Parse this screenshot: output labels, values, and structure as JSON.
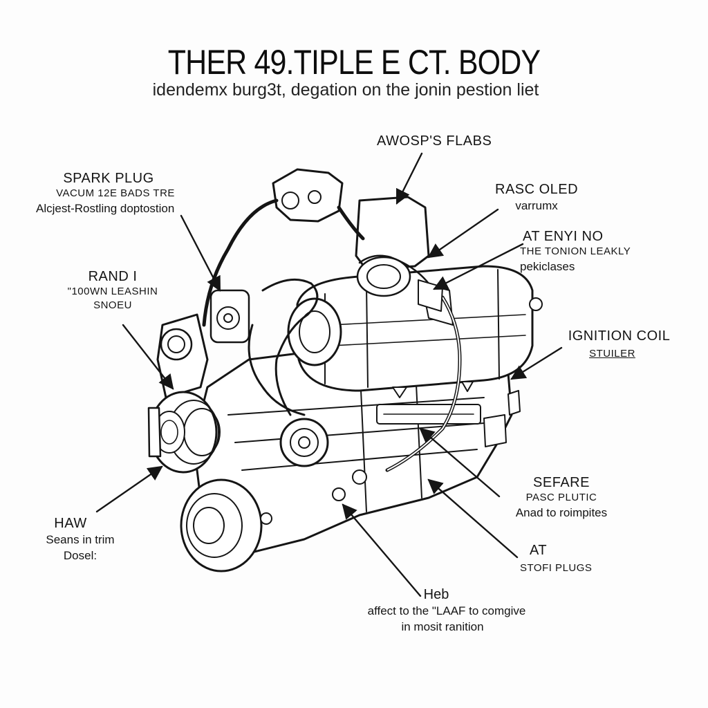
{
  "title": "THER 49.TIPLE E CT. BODY",
  "subtitle": "idendemx burg3t, degation on the jonin pestion liet",
  "labels": {
    "awosp": {
      "line1": "AWOSP'S FLABS"
    },
    "spark_plug": {
      "line1": "SPARK PLUG",
      "line2": "VACUM 12E BADS TRE",
      "line3": "Alcjest-Rostling doptostion"
    },
    "rasc_oled": {
      "line1": "RASC OLED",
      "line2": "varrumx"
    },
    "at_enyi": {
      "line1": "AT ENYI NO",
      "line2": "THE TONION LEAKLY",
      "line3": "pekiclases"
    },
    "rand": {
      "line1": "RAND I",
      "line2": "\"100WN LEASHIN",
      "line3": "SNOEU"
    },
    "ignition_coil": {
      "line1": "IGNITION COIL",
      "line2": "STUILER"
    },
    "sefare": {
      "line1": "SEFARE",
      "line2": "PASC PLUTIC",
      "line3": "Anad to roimpites"
    },
    "haw": {
      "line1": "HAW",
      "line2": "Seans in trim",
      "line3": "Dosel:"
    },
    "at_plugs": {
      "line1": "AT",
      "line2": "STOFI PLUGS"
    },
    "heb": {
      "line1": "Heb",
      "line2": "affect to the \"LAAF to comgive",
      "line3": "in mosit ranition"
    }
  }
}
